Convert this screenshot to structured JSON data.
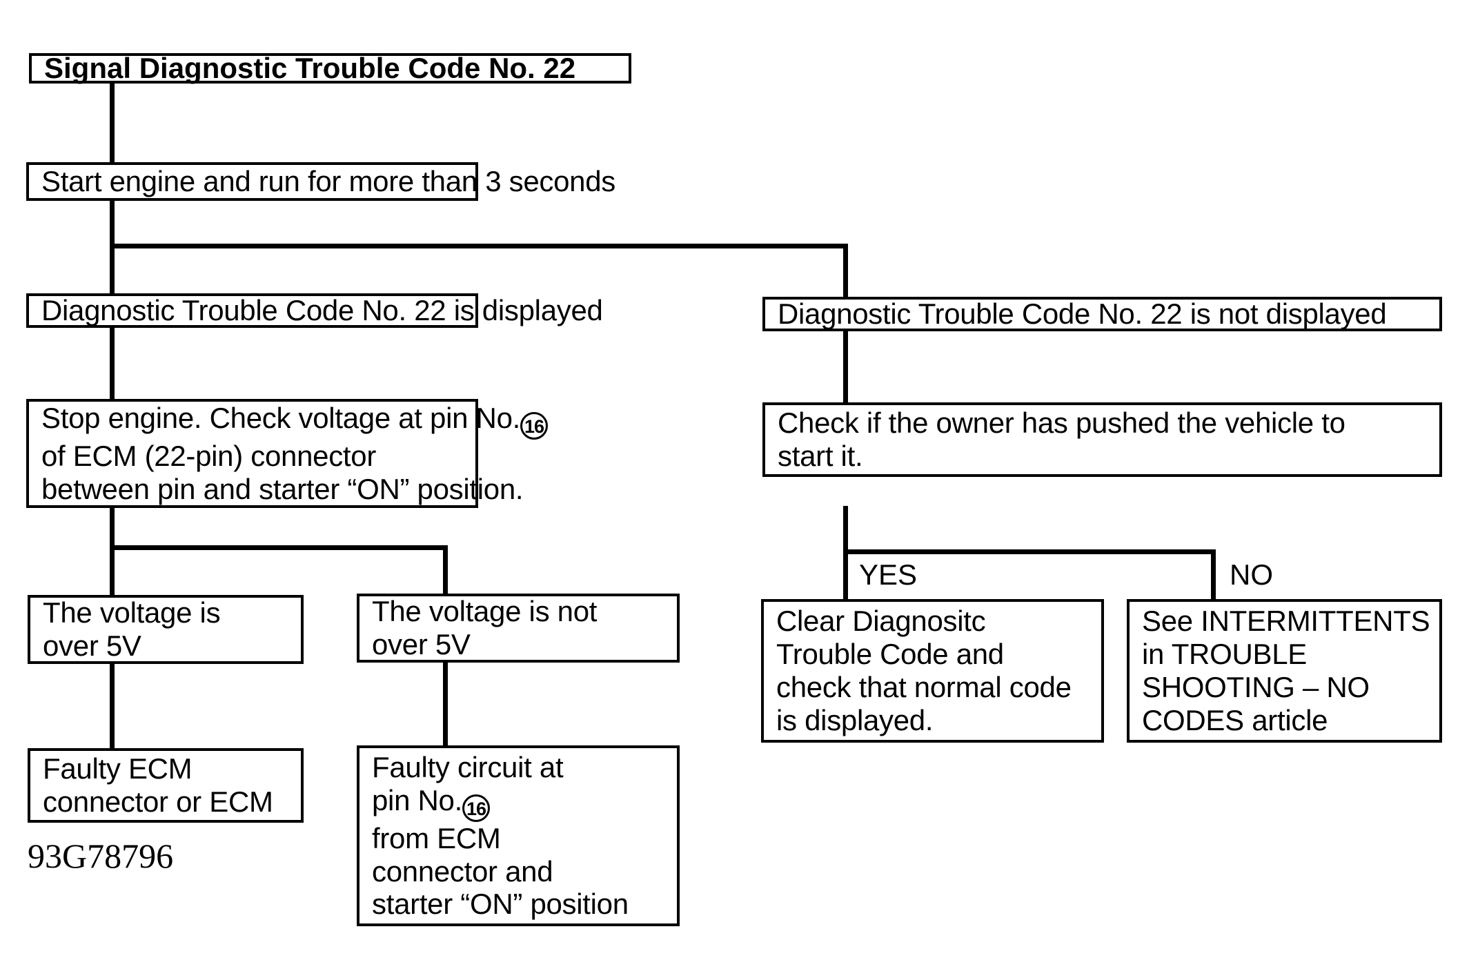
{
  "figure": {
    "reference_number": "93G78796",
    "type": "diagnostic-flowchart"
  },
  "nodes": {
    "title": {
      "lines": [
        "Signal Diagnostic Trouble Code No. 22"
      ]
    },
    "start_engine": {
      "lines": [
        "Start engine and run for more than 3 seconds"
      ]
    },
    "code_displayed": {
      "lines": [
        "Diagnostic Trouble Code No. 22 is displayed"
      ]
    },
    "code_not_displayed": {
      "lines": [
        "Diagnostic Trouble Code No. 22 is not displayed"
      ]
    },
    "check_voltage": {
      "line1_before": "Stop engine. Check voltage at pin No.",
      "line1_pin": "16",
      "line2": "of ECM (22-pin) connector",
      "line3": "between pin and starter “ON” position."
    },
    "check_pushed": {
      "line1": "Check if the owner has pushed the vehicle to",
      "line2": "start it."
    },
    "voltage_over": {
      "line1": "The voltage is",
      "line2": "over 5V"
    },
    "voltage_not_over": {
      "line1": "The voltage is not",
      "line2": "over 5V"
    },
    "clear_code": {
      "line1": "Clear Diagnositc",
      "line2": "Trouble Code and",
      "line3": "check that normal code",
      "line4": "is displayed."
    },
    "see_intermittents": {
      "line1": "See INTERMITTENTS",
      "line2": "in TROUBLE",
      "line3": "SHOOTING – NO",
      "line4": "CODES article"
    },
    "faulty_ecm": {
      "line1": "Faulty ECM",
      "line2": "connector or ECM"
    },
    "faulty_circuit": {
      "line1": "Faulty circuit at",
      "line2_before": "pin No.",
      "line2_pin": "16",
      "line3": "from ECM",
      "line4": "connector and",
      "line5": "starter “ON” position"
    }
  },
  "branch_labels": {
    "yes": "YES",
    "no": "NO"
  },
  "colors": {
    "ink": "#000000",
    "paper": "#ffffff"
  }
}
